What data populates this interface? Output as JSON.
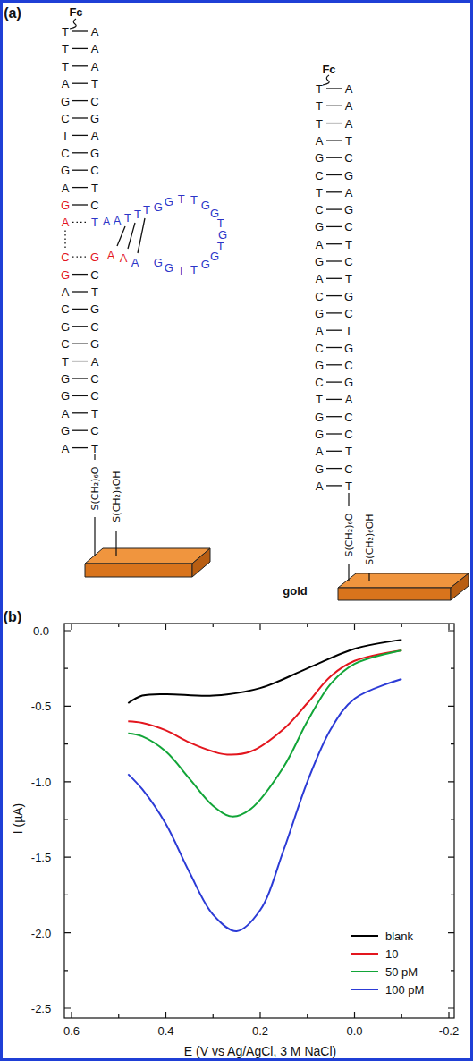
{
  "diagram": {
    "labels": [
      "(a)",
      "Fc",
      "T",
      "A",
      "T",
      "A",
      "T",
      "A",
      "A",
      "T",
      "G",
      "C",
      "C",
      "G",
      "T",
      "A",
      "C",
      "G",
      "G",
      "C",
      "A",
      "T",
      "G",
      "C",
      "A",
      "T",
      "A",
      "A",
      "T",
      "T",
      "T",
      "G",
      "G",
      "T",
      "T",
      "G",
      "G",
      "T",
      "G",
      "T",
      "G",
      "G",
      "T",
      "T",
      "G",
      "G",
      "A",
      "A",
      "A",
      "C",
      "G",
      "G",
      "C",
      "A",
      "T",
      "C",
      "G",
      "G",
      "C",
      "C",
      "G",
      "T",
      "A",
      "G",
      "C",
      "G",
      "C",
      "A",
      "T",
      "G",
      "C",
      "A",
      "T",
      "S(CH₂)₆O",
      "S(CH₂)₆OH",
      "Fc",
      "T",
      "A",
      "T",
      "A",
      "T",
      "A",
      "A",
      "T",
      "G",
      "C",
      "C",
      "G",
      "T",
      "A",
      "C",
      "G",
      "G",
      "C",
      "A",
      "T",
      "G",
      "C",
      "A",
      "T",
      "C",
      "G",
      "G",
      "C",
      "A",
      "T",
      "C",
      "G",
      "G",
      "C",
      "C",
      "G",
      "T",
      "A",
      "G",
      "C",
      "G",
      "C",
      "A",
      "T",
      "G",
      "C",
      "A",
      "T",
      "S(CH₂)₆O",
      "S(CH₂)₆OH",
      "gold",
      "(b)",
      "0.0",
      "-0.5",
      "-1.0",
      "-1.5",
      "-2.0",
      "-2.5",
      "0.6",
      "0.4",
      "0.2",
      "0.0",
      "-0.2",
      "I (µA)",
      "E (V vs Ag/AgCl, 3 M NaCl)"
    ],
    "legend": [
      {
        "text": "blank",
        "color": "#000000"
      },
      {
        "text": "10",
        "color": "#e3161e"
      },
      {
        "text": "50 pM",
        "color": "#12a538"
      },
      {
        "text": "100 pM",
        "color": "#2c3bd6"
      }
    ]
  }
}
